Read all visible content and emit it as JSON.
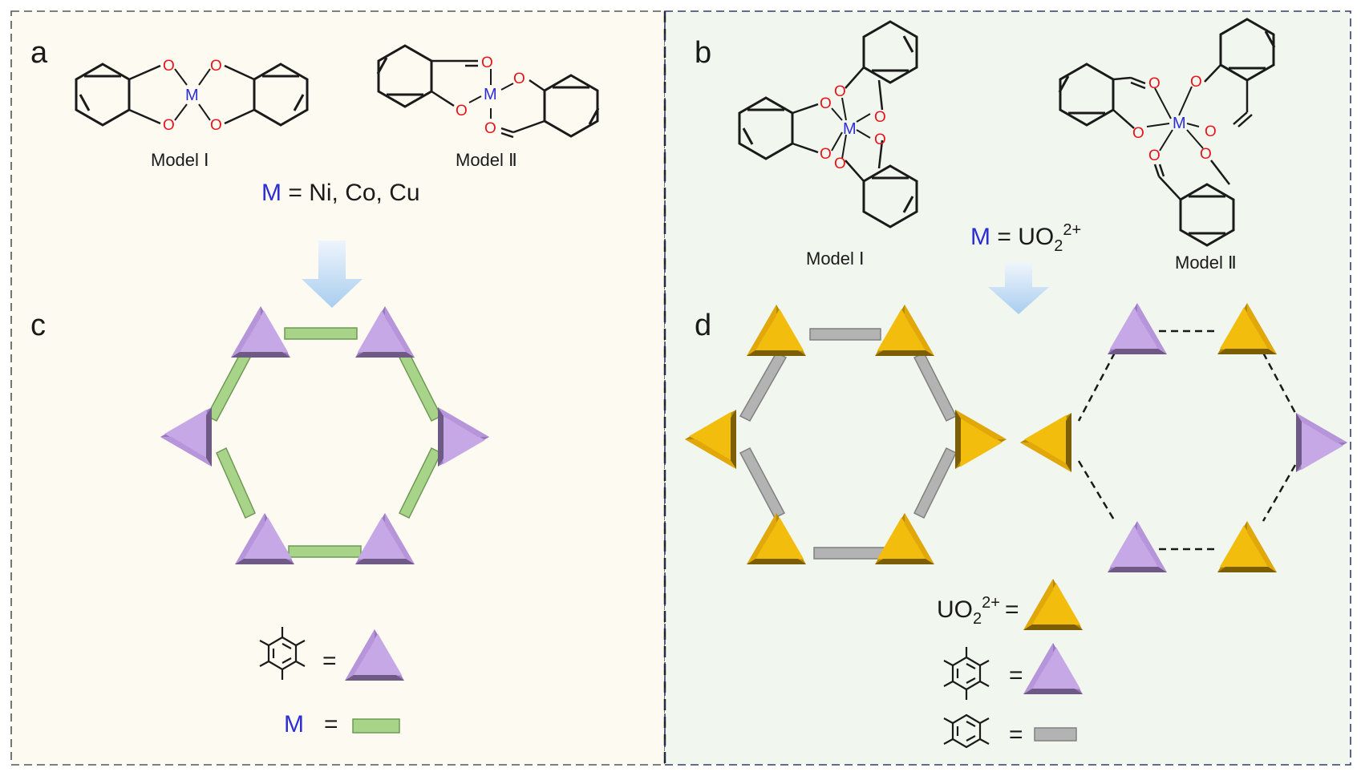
{
  "panels": {
    "a": {
      "letter": "a",
      "model1": "Model Ⅰ",
      "model2": "Model Ⅱ",
      "eq_symbol": "M",
      "eq_rest": " = Ni, Co, Cu"
    },
    "b": {
      "letter": "b",
      "model1": "Model Ⅰ",
      "model2": "Model Ⅱ",
      "eq_symbol": "M",
      "eq_rest": " = UO",
      "eq_sub": "2",
      "eq_sup": "2+"
    },
    "c": {
      "letter": "c",
      "legend_eq": "=",
      "legend_m_symbol": "M",
      "legend_m_eq": "="
    },
    "d": {
      "letter": "d",
      "legend_uo2": "UO",
      "legend_uo2_sub": "2",
      "legend_uo2_sup": "2+",
      "legend_eq": "="
    }
  },
  "atoms": {
    "O": "O",
    "M": "M"
  },
  "colors": {
    "panel_left_bg": "#fdfbf1",
    "panel_right_bg": "#f1f7ef",
    "purple_node": "#c6a8e6",
    "gold_node": "#f2bd0c",
    "green_link": "#a8d48a",
    "gray_link": "#b3b3b3",
    "metal_blue": "#2d2dd6",
    "oxygen_red": "#e8141a"
  }
}
